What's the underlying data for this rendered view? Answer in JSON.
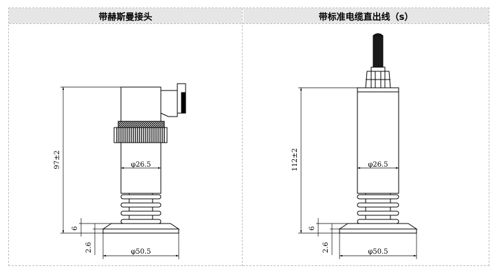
{
  "headers": {
    "left": "带赫斯曼接头",
    "right": "带标准电缆直出线（s）"
  },
  "left_diagram": {
    "height_dim": "97±2",
    "body_dia": "φ26.5",
    "flange_dia": "φ50.5",
    "dim_6": "6",
    "dim_26": "2.6"
  },
  "right_diagram": {
    "height_dim": "112±2",
    "body_dia": "φ26.5",
    "flange_dia": "φ50.5",
    "dim_6": "6",
    "dim_26": "2.6"
  }
}
